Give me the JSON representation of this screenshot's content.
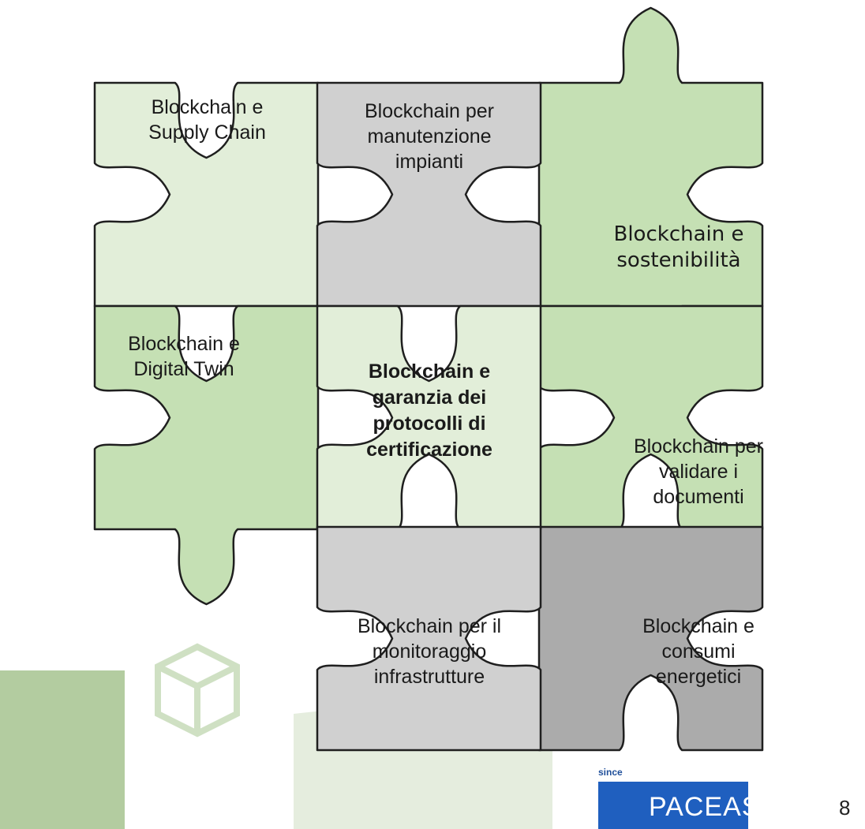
{
  "pieces": [
    {
      "id": "supply-chain",
      "label": "Blockchain e\nSupply Chain",
      "fill": "#e2eed9",
      "bold": false
    },
    {
      "id": "manutenzione",
      "label": "Blockchain per\nmanutenzione\nimpianti",
      "fill": "#d0d0d0",
      "bold": false
    },
    {
      "id": "sostenibilita",
      "label": "Blockchain e\nsostenibilità",
      "fill": "#c5e0b4",
      "bold": false
    },
    {
      "id": "digital-twin",
      "label": "Blockchain e\nDigital Twin",
      "fill": "#c5e0b4",
      "bold": false
    },
    {
      "id": "certificazione",
      "label": "Blockchain e\ngaranzia dei\nprotocolli di\ncertificazione",
      "fill": "#e2eed9",
      "bold": true
    },
    {
      "id": "documenti",
      "label": "Blockchain per\nvalidare i\ndocumenti",
      "fill": "#c5e0b4",
      "bold": false
    },
    {
      "id": "infrastrutture",
      "label": "Blockchain per il\nmonitoraggio\ninfrastrutture",
      "fill": "#d0d0d0",
      "bold": false
    },
    {
      "id": "consumi",
      "label": "Blockchain e\nconsumi\nenergetici",
      "fill": "#ababab",
      "bold": false
    }
  ],
  "logo": {
    "since": "since",
    "text": "PACEAS",
    "color": "#1f5fbf"
  },
  "page_number": "8",
  "colors": {
    "deco_green": "#b3cca0",
    "deco_light": "#dfe9d6",
    "outline": "#1f1f1f"
  }
}
